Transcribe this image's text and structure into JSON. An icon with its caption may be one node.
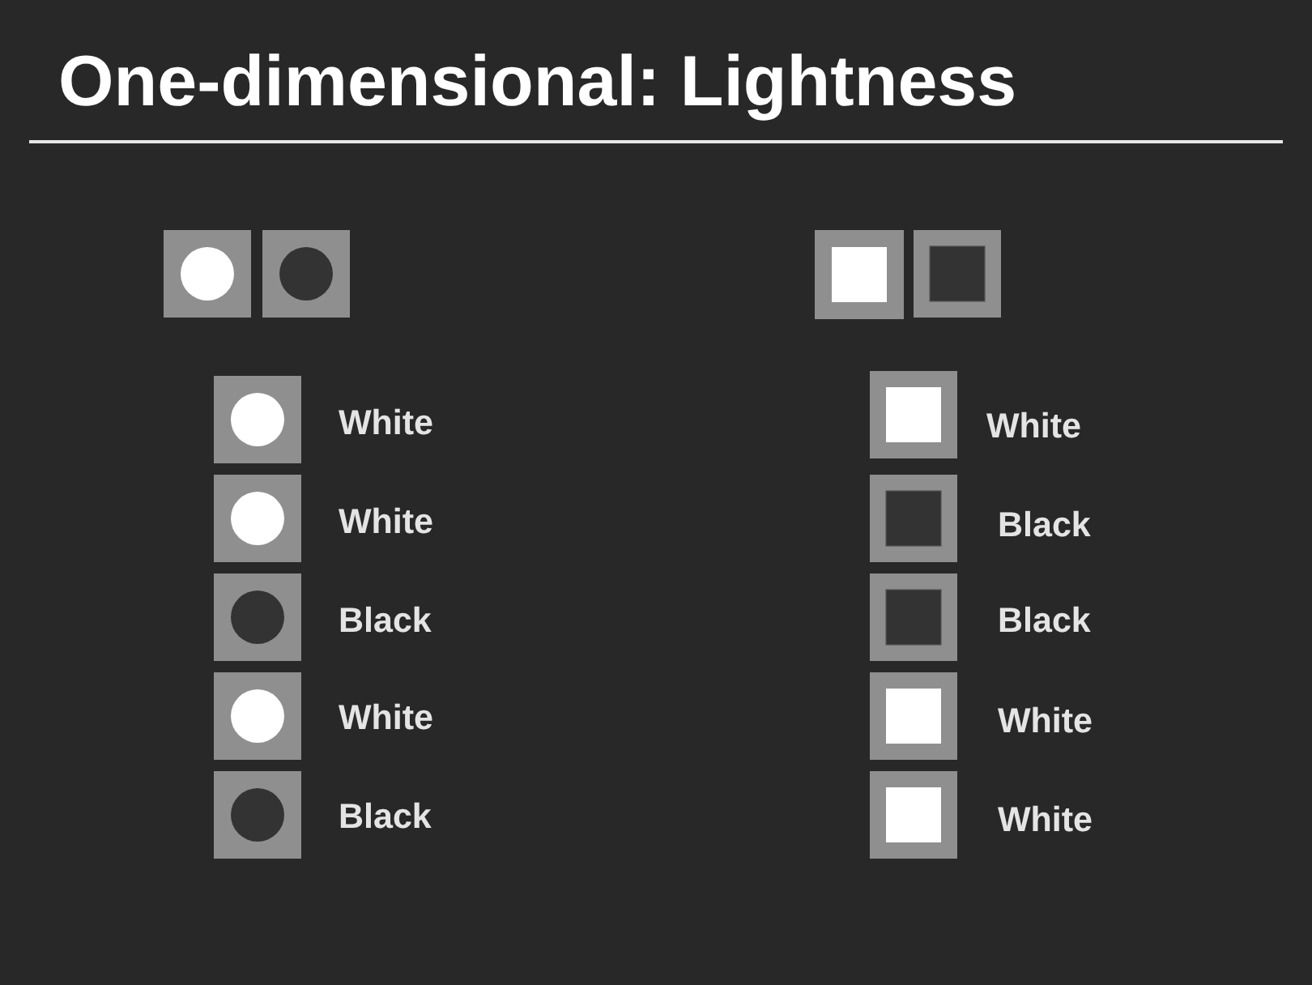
{
  "diagram": {
    "title": "One-dimensional: Lightness",
    "labels": [
      "White",
      "White",
      "Black",
      "White",
      "Black",
      "White",
      "Black",
      "Black",
      "White",
      "White"
    ]
  }
}
